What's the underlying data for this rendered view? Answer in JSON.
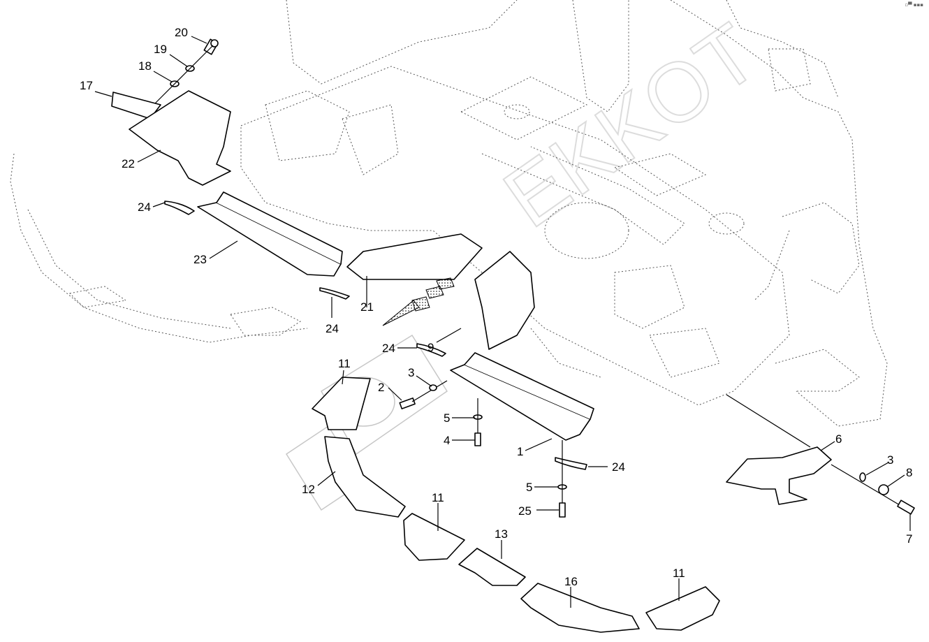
{
  "diagram": {
    "title": "Exploded parts diagram - chassis shields and skid plates",
    "corner_mark": "▫▀ ▪▪▪",
    "watermark": "EKKOT",
    "callouts": [
      {
        "id": "c20",
        "label": "20"
      },
      {
        "id": "c19",
        "label": "19"
      },
      {
        "id": "c18",
        "label": "18"
      },
      {
        "id": "c17",
        "label": "17"
      },
      {
        "id": "c22",
        "label": "22"
      },
      {
        "id": "c24a",
        "label": "24"
      },
      {
        "id": "c23",
        "label": "23"
      },
      {
        "id": "c21",
        "label": "21"
      },
      {
        "id": "c24b",
        "label": "24"
      },
      {
        "id": "c9",
        "label": "9"
      },
      {
        "id": "c24c",
        "label": "24"
      },
      {
        "id": "c11a",
        "label": "11"
      },
      {
        "id": "c3a",
        "label": "3"
      },
      {
        "id": "c2",
        "label": "2"
      },
      {
        "id": "c5a",
        "label": "5"
      },
      {
        "id": "c4",
        "label": "4"
      },
      {
        "id": "c1",
        "label": "1"
      },
      {
        "id": "c24d",
        "label": "24"
      },
      {
        "id": "c5b",
        "label": "5"
      },
      {
        "id": "c25",
        "label": "25"
      },
      {
        "id": "c12",
        "label": "12"
      },
      {
        "id": "c11b",
        "label": "11"
      },
      {
        "id": "c13",
        "label": "13"
      },
      {
        "id": "c16",
        "label": "16"
      },
      {
        "id": "c11c",
        "label": "11"
      },
      {
        "id": "c6",
        "label": "6"
      },
      {
        "id": "c3b",
        "label": "3"
      },
      {
        "id": "c8",
        "label": "8"
      },
      {
        "id": "c7",
        "label": "7"
      }
    ]
  }
}
